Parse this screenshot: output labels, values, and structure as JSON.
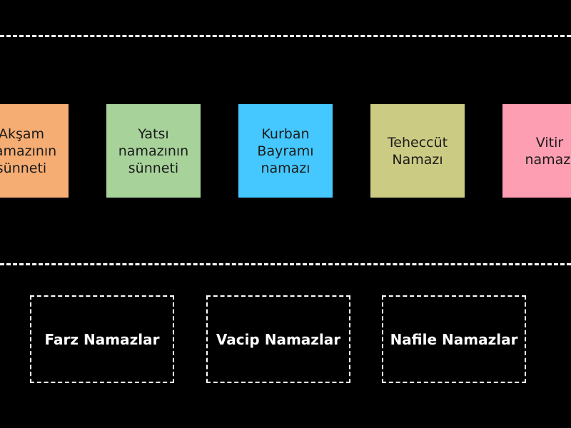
{
  "cards": [
    {
      "label": "Akşam\nnamazının\nsünneti",
      "color": "#f6ad73"
    },
    {
      "label": "Yatsı\nnamazının\nsünneti",
      "color": "#a7d39b"
    },
    {
      "label": "Kurban\nBayramı\nnamazı",
      "color": "#44c8ff"
    },
    {
      "label": "Teheccüt\nNamazı",
      "color": "#cccb83"
    },
    {
      "label": "Vitir\nnamazı",
      "color": "#fd9eb2"
    }
  ],
  "targets": [
    {
      "label": "Farz Namazlar"
    },
    {
      "label": "Vacip Namazlar"
    },
    {
      "label": "Nafile Namazlar"
    }
  ]
}
